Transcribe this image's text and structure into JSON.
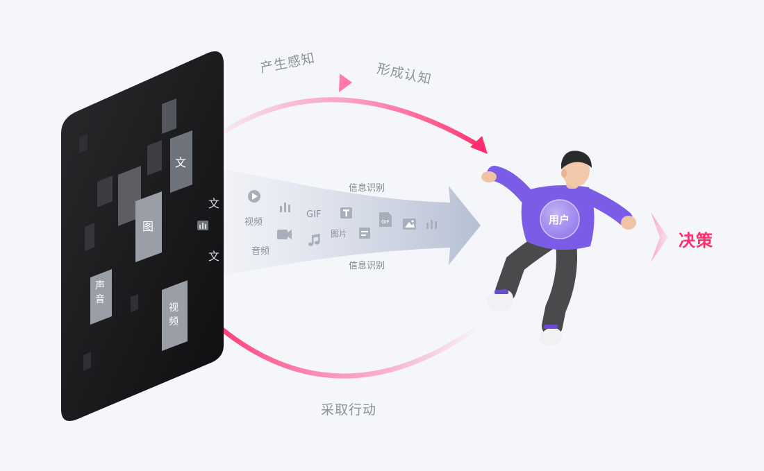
{
  "arcs": {
    "perceive": "产生感知",
    "cognize": "形成认知",
    "act": "采取行动"
  },
  "stream": {
    "recognize_top": "信息识别",
    "recognize_bottom": "信息识别",
    "video": "视频",
    "audio": "音频",
    "gif": "GIF",
    "image": "图片"
  },
  "phone": {
    "tile_text": "文",
    "tile_image": "图",
    "tile_sound": "声\n音",
    "tile_video": "视\n频",
    "side_text_top": "文",
    "side_text_bottom": "文"
  },
  "user": {
    "badge": "用户"
  },
  "result": {
    "decision": "决策"
  },
  "colors": {
    "accent": "#ff2d6d",
    "phone": "#161618",
    "shirt": "#7b5ce6",
    "pants": "#4a4a4c",
    "stream": "#b9c2d6"
  }
}
